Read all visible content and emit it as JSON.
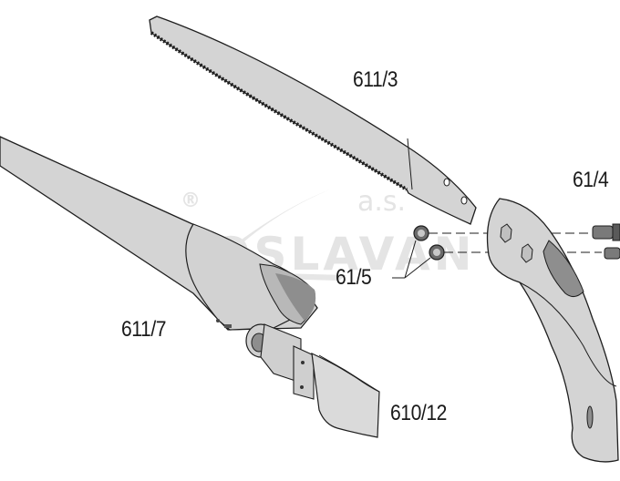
{
  "diagram": {
    "type": "exploded-parts-diagram",
    "subject": "Pruning saw parts",
    "watermark": {
      "brand": "OSLAVAN",
      "suffix": "a.s.",
      "registered_mark": "®"
    },
    "colors": {
      "part_fill": "#d4d4d4",
      "part_dark": "#8e8e8e",
      "outline": "#1e1e1e",
      "watermark": "#e4e4e4"
    },
    "parts": [
      {
        "id": "611/3",
        "label": "611/3",
        "name": "saw blade"
      },
      {
        "id": "61/4",
        "label": "61/4",
        "name": "screws"
      },
      {
        "id": "61/5",
        "label": "61/5",
        "name": "nuts"
      },
      {
        "id": "611/7",
        "label": "611/7",
        "name": "scabbard"
      },
      {
        "id": "610/12",
        "label": "610/12",
        "name": "belt loop holder"
      }
    ]
  }
}
